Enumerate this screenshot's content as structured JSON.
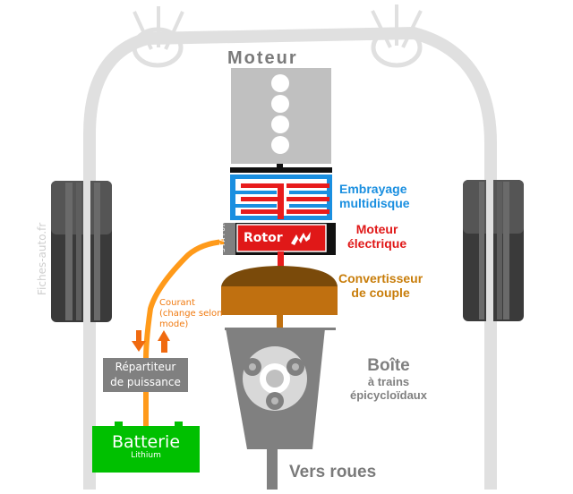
{
  "title": "Schéma transmission hybride",
  "colors": {
    "frame": "#e0e0e0",
    "engine": "#c0c0c0",
    "clutch": "#1a8fe0",
    "clutch_discs": "#e81c1c",
    "electric_motor": "#e01818",
    "stator": "#808080",
    "converter_top": "#7a4a0a",
    "converter_body": "#c07010",
    "gearbox": "#808080",
    "cable": "#ff9a1a",
    "arrows": "#f06a10",
    "battery": "#00c000",
    "distributor": "#808080",
    "tire": "#444444"
  },
  "labels": {
    "engine": "Moteur",
    "clutch_line1": "Embrayage",
    "clutch_line2": "multidisque",
    "electric_line1": "Moteur",
    "electric_line2": "électrique",
    "rotor": "Rotor",
    "stator": "STATOR",
    "converter_line1": "Convertisseur",
    "converter_line2": "de couple",
    "gearbox_line1": "Boîte",
    "gearbox_line2": "à trains",
    "gearbox_line3": "épicycloïdaux",
    "output": "Vers roues",
    "current_line1": "Courant",
    "current_line2": "(change selon",
    "current_line3": "mode)",
    "distributor_line1": "Répartiteur",
    "distributor_line2": "de puissance",
    "battery_line1": "Batterie",
    "battery_line2": "Lithium",
    "watermark": "Fiches-auto.fr"
  },
  "icons": {
    "engine_cylinders": "cylinder-circles",
    "lightning": "lightning-icon",
    "headlights": "headlight-icon",
    "planetary_gear": "gear-icon",
    "current_arrows": "arrow-up-down-icon"
  }
}
